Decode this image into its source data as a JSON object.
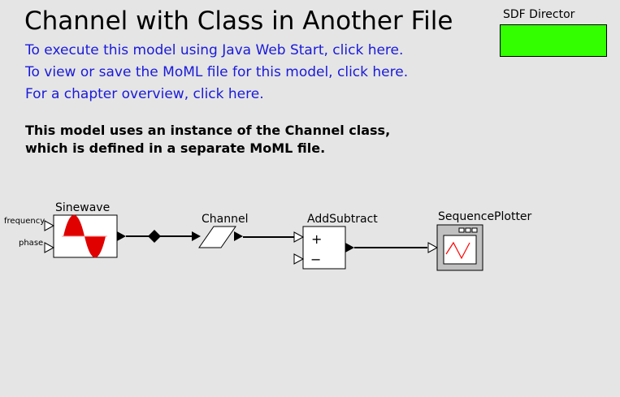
{
  "title": "Channel with Class in Another File",
  "links": [
    "To execute this model using Java Web Start, click here.",
    "To view or save the MoML file for this model, click here.",
    "For a chapter overview, click here."
  ],
  "description": [
    "This model uses an instance of the Channel class,",
    "which is defined in a separate MoML file."
  ],
  "director": {
    "label": "SDF Director",
    "color": "#33ff00"
  },
  "actors": {
    "sinewave": {
      "label": "Sinewave",
      "ports": [
        "frequency",
        "phase"
      ]
    },
    "channel": {
      "label": "Channel"
    },
    "addsubtract": {
      "label": "AddSubtract",
      "plus": "+",
      "minus": "−"
    },
    "plotter": {
      "label": "SequencePlotter"
    }
  }
}
